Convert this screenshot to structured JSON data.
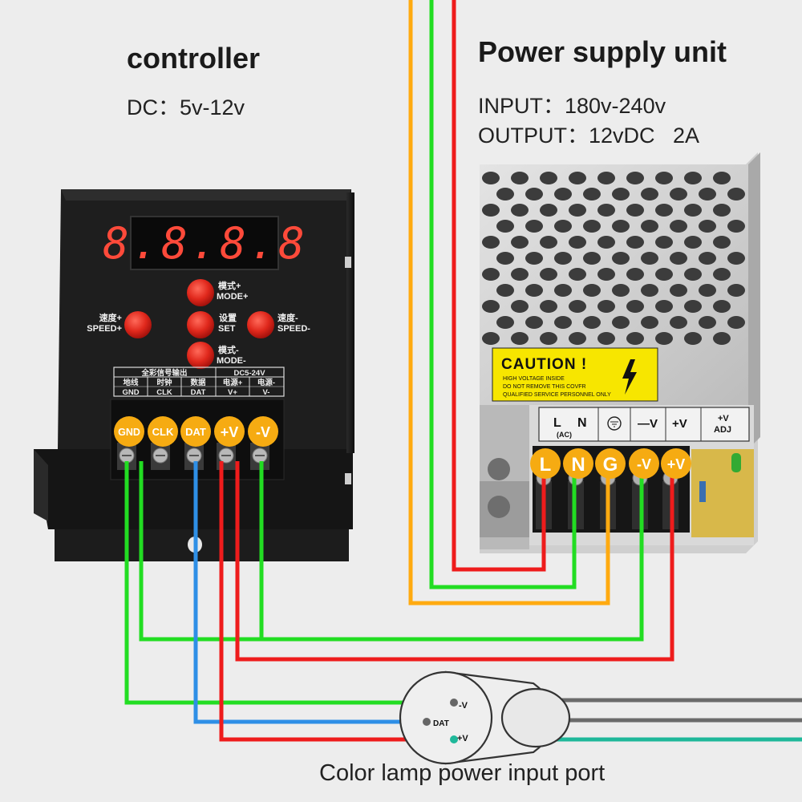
{
  "controller": {
    "title": "controller",
    "dc_spec": "DC：5v-12v",
    "display": "8.8.8.8",
    "buttons": {
      "mode_plus_cn": "模式+",
      "mode_plus_en": "MODE+",
      "speed_plus_cn": "速度+",
      "speed_plus_en": "SPEED+",
      "set_cn": "设置",
      "set_en": "SET",
      "speed_minus_cn": "速度-",
      "speed_minus_en": "SPEED-",
      "mode_minus_cn": "模式-",
      "mode_minus_en": "MODE-"
    },
    "label_strip": {
      "left_header": "全彩信号输出",
      "right_header": "DC5-24V",
      "cols_cn": [
        "地线",
        "时钟",
        "数据",
        "电源+",
        "电源-"
      ],
      "cols_en": [
        "GND",
        "CLK",
        "DAT",
        "V+",
        "V-"
      ]
    },
    "terminals": [
      "GND",
      "CLK",
      "DAT",
      "+V",
      "-V"
    ]
  },
  "psu": {
    "title": "Power supply unit",
    "input_spec": "INPUT：180v-240v",
    "output_spec": "OUTPUT：12vDC   2A",
    "caution_title": "CAUTION !",
    "caution_lines": [
      "HIGH VOLTAGE INSIDE",
      "DO NOT REMOVE THIS COVFR",
      "QUALIFIED SERVICE PERSONNEL ONLY"
    ],
    "terminal_label_l": "L",
    "terminal_label_n": "N",
    "terminal_label_ac": "(AC)",
    "terminal_label_vminus": "—V",
    "terminal_label_vplus": "+V",
    "terminal_label_adj_top": "+V",
    "terminal_label_adj": "ADJ",
    "terminals": [
      "L",
      "N",
      "G",
      "-V",
      "+V"
    ]
  },
  "port": {
    "caption": "Color lamp power input port",
    "pins": [
      "-V",
      "DAT",
      "+V"
    ]
  },
  "colors": {
    "red": "#ee1c1c",
    "green": "#22dd22",
    "orange": "#ffaa10",
    "blue": "#2e8fe6",
    "gray_wire": "#6b6b6b",
    "teal_wire": "#1fb89a",
    "badge": "#f6ab12"
  }
}
